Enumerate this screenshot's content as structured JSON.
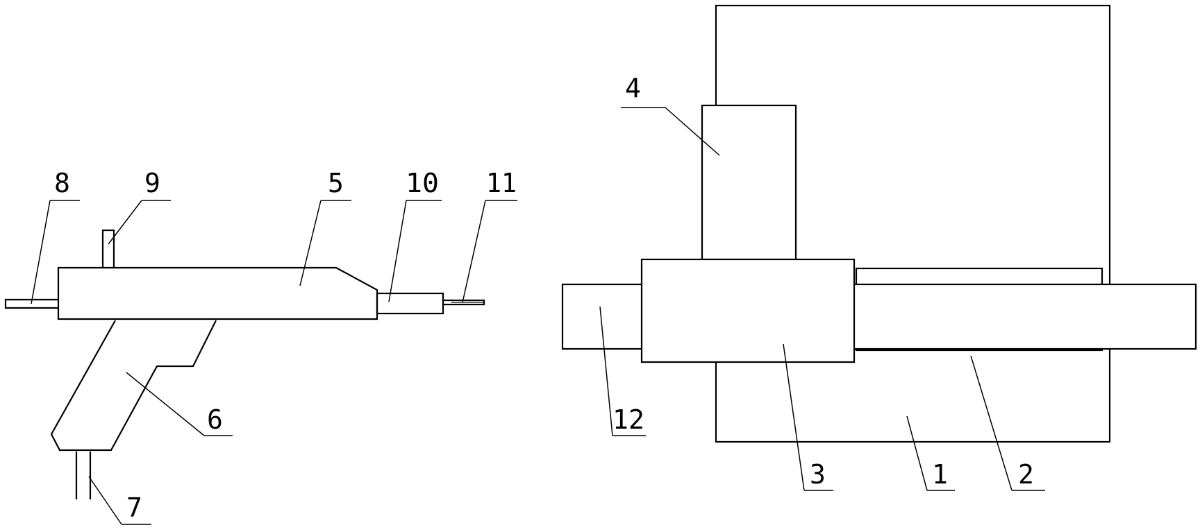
{
  "labels": {
    "part_1": "1",
    "part_2": "2",
    "part_3": "3",
    "part_4": "4",
    "part_5": "5",
    "part_6": "6",
    "part_7": "7",
    "part_8": "8",
    "part_9": "9",
    "part_10": "10",
    "part_11": "11",
    "part_12": "12"
  },
  "colors": {
    "line": "#000000",
    "background": "#ffffff"
  }
}
